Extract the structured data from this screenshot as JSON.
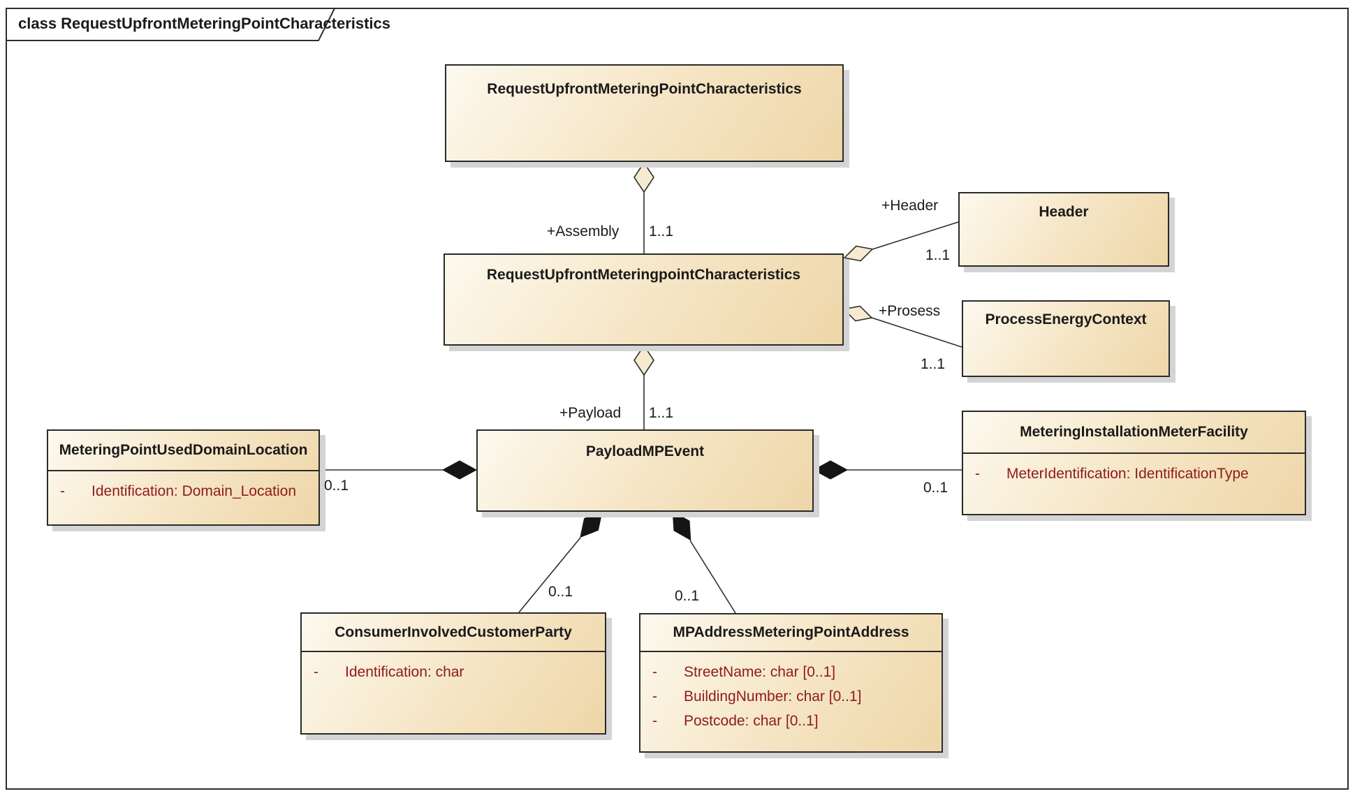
{
  "frame": {
    "title": "class RequestUpfrontMeteringPointCharacteristics"
  },
  "colors": {
    "box_fill_light": "#fdf9ef",
    "box_fill_mid": "#f6e7c8",
    "box_fill_dark": "#eed6a8",
    "box_border": "#2a2a2a",
    "line": "#2e2e2e",
    "attribute_text": "#8e1b1b",
    "shadow": "#d4d4d4",
    "open_diamond_fill": "#f6ead0",
    "filled_diamond": "#151515"
  },
  "classes": {
    "top": {
      "name": "RequestUpfrontMeteringPointCharacteristics"
    },
    "middle": {
      "name": "RequestUpfrontMeteringpointCharacteristics"
    },
    "header": {
      "name": "Header"
    },
    "process": {
      "name": "ProcessEnergyContext"
    },
    "payload": {
      "name": "PayloadMPEvent"
    },
    "domainLocation": {
      "name": "MeteringPointUsedDomainLocation",
      "attributes": [
        {
          "vis": "-",
          "text": "Identification: Domain_Location"
        }
      ]
    },
    "meterFacility": {
      "name": "MeteringInstallationMeterFacility",
      "attributes": [
        {
          "vis": "-",
          "text": "MeterIdentification: IdentificationType"
        }
      ]
    },
    "customerParty": {
      "name": "ConsumerInvolvedCustomerParty",
      "attributes": [
        {
          "vis": "-",
          "text": "Identification: char"
        }
      ]
    },
    "mpAddress": {
      "name": "MPAddressMeteringPointAddress",
      "attributes": [
        {
          "vis": "-",
          "text": "StreetName: char [0..1]"
        },
        {
          "vis": "-",
          "text": "BuildingNumber: char [0..1]"
        },
        {
          "vis": "-",
          "text": "Postcode: char [0..1]"
        }
      ]
    }
  },
  "connectors": {
    "assembly": {
      "role": "+Assembly",
      "multiplicity": "1..1"
    },
    "payload": {
      "role": "+Payload",
      "multiplicity": "1..1"
    },
    "header": {
      "role": "+Header",
      "multiplicity": "1..1"
    },
    "prosess": {
      "role": "+Prosess",
      "multiplicity": "1..1"
    },
    "domainLocation": {
      "multiplicity": "0..1"
    },
    "meterFacility": {
      "multiplicity": "0..1"
    },
    "customerParty": {
      "multiplicity": "0..1"
    },
    "mpAddress": {
      "multiplicity": "0..1"
    }
  }
}
